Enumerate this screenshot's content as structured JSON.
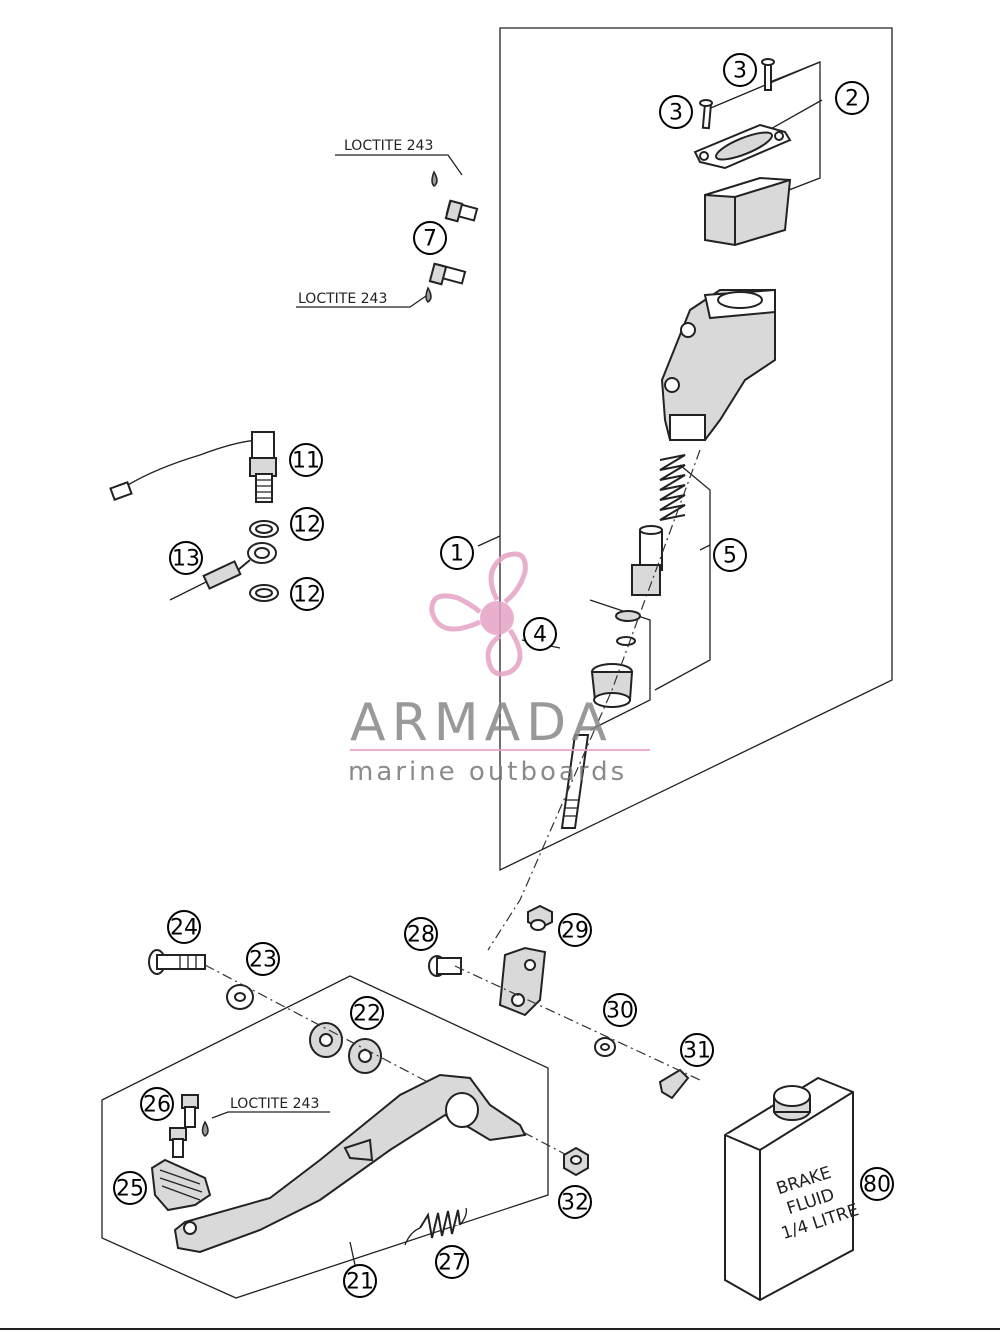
{
  "callouts": [
    {
      "id": "1",
      "label": "1"
    },
    {
      "id": "2",
      "label": "2"
    },
    {
      "id": "3a",
      "label": "3"
    },
    {
      "id": "3b",
      "label": "3"
    },
    {
      "id": "4",
      "label": "4"
    },
    {
      "id": "5",
      "label": "5"
    },
    {
      "id": "7",
      "label": "7"
    },
    {
      "id": "11",
      "label": "11"
    },
    {
      "id": "12a",
      "label": "12"
    },
    {
      "id": "12b",
      "label": "12"
    },
    {
      "id": "13",
      "label": "13"
    },
    {
      "id": "21",
      "label": "21"
    },
    {
      "id": "22",
      "label": "22"
    },
    {
      "id": "23",
      "label": "23"
    },
    {
      "id": "24",
      "label": "24"
    },
    {
      "id": "25",
      "label": "25"
    },
    {
      "id": "26",
      "label": "26"
    },
    {
      "id": "27",
      "label": "27"
    },
    {
      "id": "28",
      "label": "28"
    },
    {
      "id": "29",
      "label": "29"
    },
    {
      "id": "30",
      "label": "30"
    },
    {
      "id": "31",
      "label": "31"
    },
    {
      "id": "32",
      "label": "32"
    },
    {
      "id": "80",
      "label": "80"
    }
  ],
  "annotations": {
    "loctite_1": "LOCTITE 243",
    "loctite_2": "LOCTITE 243",
    "loctite_3": "LOCTITE 243"
  },
  "brake_fluid_can": {
    "line1": "BRAKE",
    "line2": "FLUID",
    "line3": "1/4 LITRE"
  },
  "watermark": {
    "title": "ARMADA",
    "subtitle": "marine outboards",
    "colors": {
      "logo": "#e6a3c6",
      "text": "#888888"
    }
  }
}
